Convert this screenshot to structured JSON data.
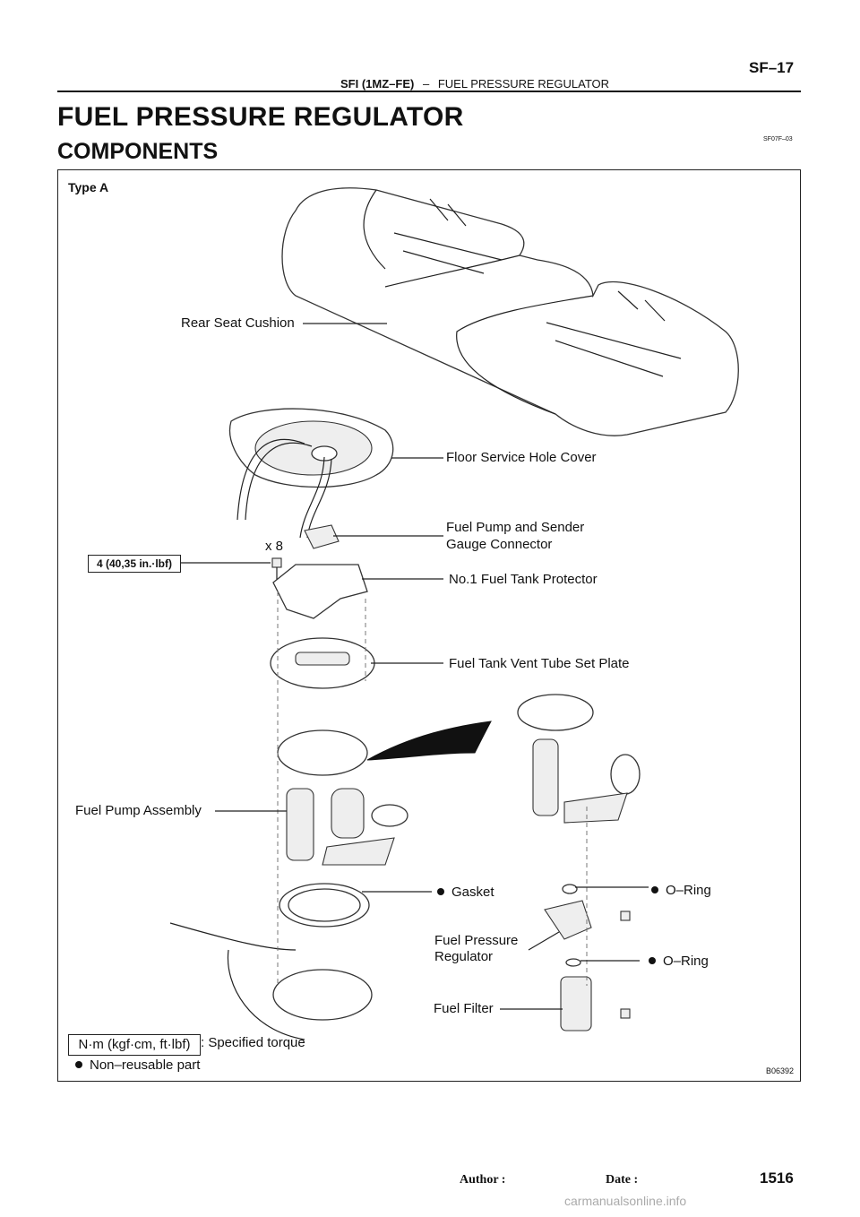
{
  "header": {
    "section": "SFI (1MZ–FE)",
    "separator": "–",
    "topic": "FUEL PRESSURE REGULATOR",
    "page_code": "SF–17"
  },
  "title": "FUEL PRESSURE REGULATOR",
  "subtitle": "COMPONENTS",
  "doc_code": "SF07F–03",
  "figure": {
    "type_label": "Type A",
    "figure_code": "B06392",
    "labels": {
      "rear_seat_cushion": "Rear Seat Cushion",
      "floor_service_hole_cover": "Floor Service Hole Cover",
      "fuel_pump_sender_connector_l1": "Fuel Pump and Sender",
      "fuel_pump_sender_connector_l2": "Gauge Connector",
      "quantity": "x 8",
      "torque_value": "4 (40,35 in.·lbf)",
      "fuel_tank_protector": "No.1 Fuel Tank Protector",
      "vent_tube_set_plate": "Fuel Tank Vent Tube Set Plate",
      "fuel_pump_assembly": "Fuel Pump Assembly",
      "gasket": "Gasket",
      "o_ring_top": "O–Ring",
      "fuel_pressure_regulator_l1": "Fuel  Pressure",
      "fuel_pressure_regulator_l2": "Regulator",
      "o_ring_bottom": "O–Ring",
      "fuel_filter": "Fuel Filter"
    },
    "legend": {
      "torque_unit": "N·m (kgf·cm, ft·lbf)",
      "torque_desc": ": Specified torque",
      "nonreusable_desc": "Non–reusable part"
    }
  },
  "footer": {
    "author_label": "Author :",
    "date_label": "Date :",
    "page_number": "1516",
    "watermark": "carmanualsonline.info"
  }
}
